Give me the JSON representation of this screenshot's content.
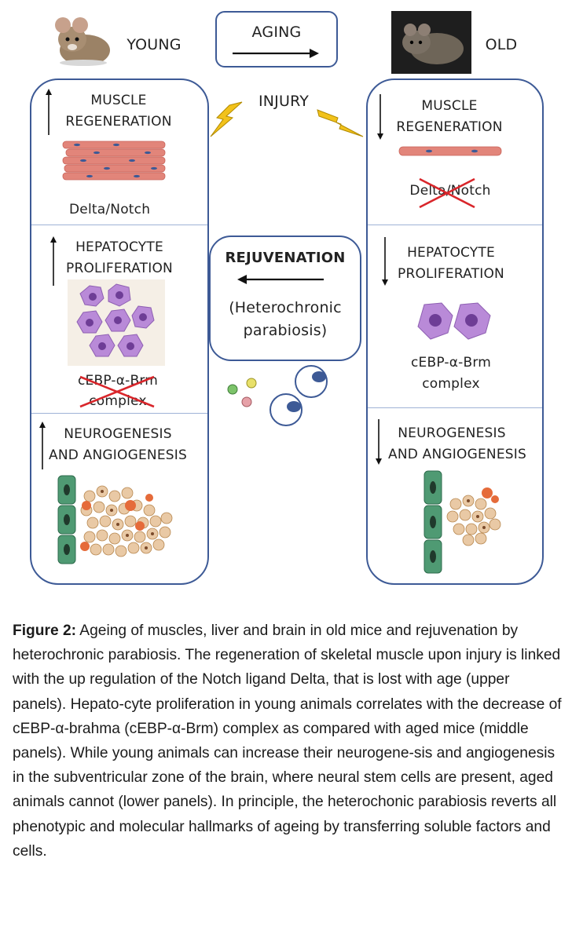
{
  "figure": {
    "young_label": "YOUNG",
    "old_label": "OLD",
    "aging_label": "AGING",
    "injury_label": "INJURY",
    "rejuvenation_label": "REJUVENATION",
    "parabiosis_line1": "(Heterochronic",
    "parabiosis_line2": "parabiosis)",
    "young_panel": {
      "muscle_line1": "MUSCLE",
      "muscle_line2": "REGENERATION",
      "delta_notch": "Delta/Notch",
      "hepatocyte_line1": "HEPATOCYTE",
      "hepatocyte_line2": "PROLIFERATION",
      "cebp_line1": "cEBP-α-Brm",
      "cebp_line2": "complex",
      "neuro_line1": "NEUROGENESIS",
      "neuro_line2": "AND ANGIOGENESIS"
    },
    "old_panel": {
      "muscle_line1": "MUSCLE",
      "muscle_line2": "REGENERATION",
      "delta_notch": "Delta/Notch",
      "hepatocyte_line1": "HEPATOCYTE",
      "hepatocyte_line2": "PROLIFERATION",
      "cebp_line1": "cEBP-α-Brm",
      "cebp_line2": "complex",
      "neuro_line1": "NEUROGENESIS",
      "neuro_line2": "AND ANGIOGENESIS"
    },
    "colors": {
      "panel_border": "#3d5a96",
      "cross": "#d9262b",
      "muscle": "#e07a6f",
      "hepatocyte": "#b98ad8",
      "stem_cell": "#4f9a73",
      "lightning": "#f2c21b"
    }
  },
  "caption": {
    "label": "Figure 2:",
    "text": " Ageing of muscles, liver and brain in old mice and rejuvenation by heterochronic parabiosis. The regeneration of skeletal muscle upon injury is linked with the up regulation of the Notch ligand Delta, that is lost with age (upper panels). Hepato-cyte proliferation in young animals correlates with the decrease of cEBP-α-brahma (cEBP-α-Brm) complex as compared with aged mice (middle panels). While young animals can increase their neurogene-sis and angiogenesis in the subventricular zone of the brain, where neural stem cells are present, aged animals cannot (lower panels). In principle, the heterochonic parabiosis reverts all phenotypic and molecular hallmarks of ageing by transferring soluble factors and cells."
  }
}
